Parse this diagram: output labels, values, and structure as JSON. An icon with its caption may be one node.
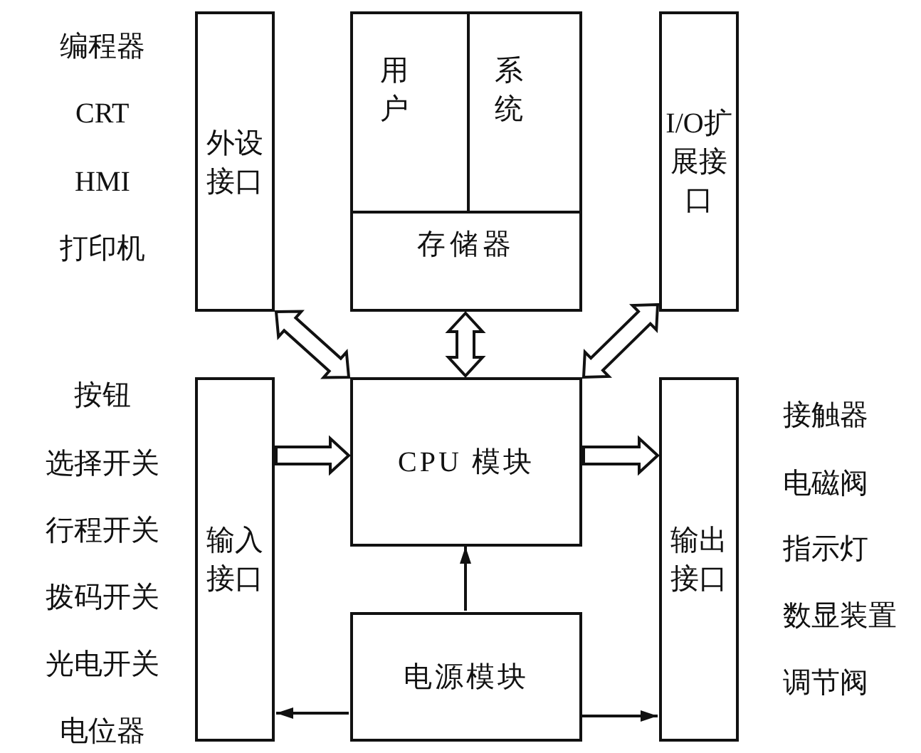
{
  "diagram": {
    "nodes": [
      {
        "text": [
          "外设接口"
        ],
        "beside": [
          "编程器",
          "CRT",
          "HMI",
          "打印机"
        ]
      },
      {
        "text": [
          "存储器"
        ]
      },
      {
        "text": [
          "用户"
        ],
        "in": 1
      },
      {
        "text": [
          "系统"
        ],
        "in": 1
      },
      {
        "text": [
          "I/O扩展接口"
        ]
      },
      {
        "text": [
          "输入接口"
        ],
        "beside": [
          "按钮",
          "选择开关",
          "行程开关",
          "拨码开关",
          "光电开关",
          "电位器"
        ]
      },
      {
        "text": [
          "CPU 模块"
        ]
      },
      {
        "text": [
          "输出接口"
        ],
        "beside": [
          "接触器",
          "电磁阀",
          "指示灯",
          "数显装置",
          "调节阀"
        ]
      },
      {
        "text": [
          "电源模块"
        ]
      }
    ],
    "edges": [
      {
        "from": 0,
        "to": 6,
        "arrow": "both",
        "style": "thick"
      },
      {
        "from": 1,
        "to": 6,
        "arrow": "both",
        "style": "thick"
      },
      {
        "from": 4,
        "to": 6,
        "arrow": "both",
        "style": "thick"
      },
      {
        "from": 5,
        "to": 6,
        "arrow": "to",
        "style": "thick"
      },
      {
        "from": 6,
        "to": 7,
        "arrow": "to",
        "style": "thick"
      },
      {
        "from": 8,
        "to": 6,
        "arrow": "to"
      },
      {
        "from": 8,
        "to": 5,
        "arrow": "to"
      },
      {
        "from": 8,
        "to": 7,
        "arrow": "to"
      }
    ]
  }
}
